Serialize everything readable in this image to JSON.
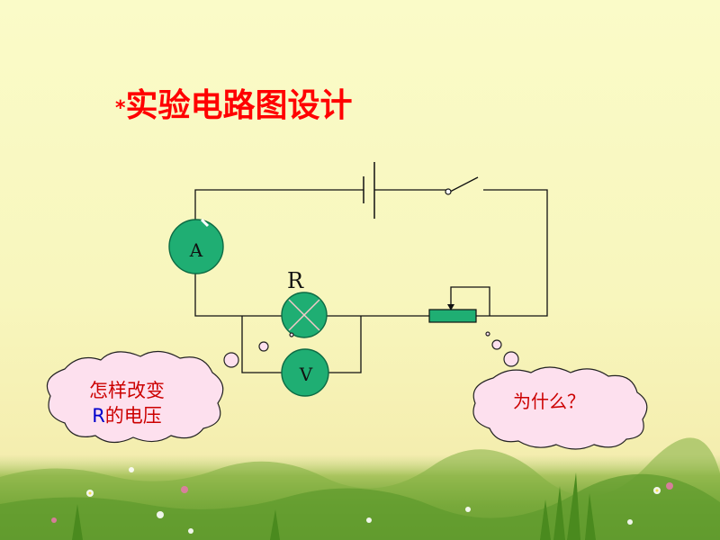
{
  "title": {
    "star": "*",
    "text": "实验电路图设计"
  },
  "diagram": {
    "ammeter_label": "A",
    "voltmeter_label": "V",
    "resistor_label": "R"
  },
  "bubbles": {
    "left": {
      "line1": "怎样改变",
      "line2_highlight": "R",
      "line2_rest": "的电压"
    },
    "right": {
      "text": "为什么？"
    }
  },
  "colors": {
    "title": "#ff0000",
    "meter_fill": "#1fae73",
    "bubble_fill": "#fde0ee",
    "bubble_text": "#cc0000",
    "highlight": "#0000cc"
  }
}
